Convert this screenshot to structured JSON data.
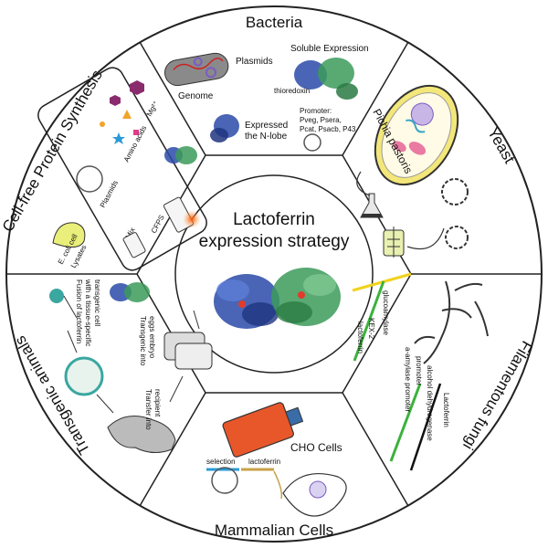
{
  "center": {
    "title_line1": "Lactoferrin",
    "title_line2": "expression strategy"
  },
  "segments": {
    "bacteria": {
      "title": "Bacteria",
      "plasmids": "Plasmids",
      "genome": "Genome",
      "soluble_expression": "Soluble Expression",
      "thioredoxin": "thioredoxin",
      "expressed_line1": "Expressed",
      "expressed_line2": "the N-lobe",
      "promoter_line1": "Promoter:",
      "promoter_line2": "Pveg, Psera,",
      "promoter_line3": "Pcat, Psacb, P43"
    },
    "yeast": {
      "title": "Yeast",
      "pichia": "Pichia pastoris"
    },
    "fungi": {
      "title": "Filamentous fungi",
      "glucoamylase": "glucoamylase",
      "kex2": "KEX-2",
      "lactoferrin_a": "lactoferrin",
      "amylase_promoter": "a-amylase promoter",
      "alcohol_dehydrogenase": "alcohol dehydrogenase",
      "promoter": "promoter",
      "lactoferrin_b": "Lactoferrin"
    },
    "mammalian": {
      "title": "Mammalian Cells",
      "cho": "CHO Cells",
      "selection": "selection",
      "lactoferrin": "lactoferrin"
    },
    "transgenic": {
      "title": "Transgenic animals",
      "fusion_line1": "Fusion of lactoferrin",
      "fusion_line2": "with a tissue-specific",
      "fusion_line3": "transgenic cell",
      "transgene_line1": "Transgenic into",
      "transgene_line2": "eggs embryo",
      "transfer_line1": "Transfer into",
      "transfer_line2": "recipient"
    },
    "cellfree": {
      "title": "Cell-free Protein Synthesis",
      "amino_acids": "Amino acids",
      "mg": "Mg²⁺",
      "plasmids": "Plasmids",
      "ecoli": "E. coli cell",
      "lysates": "Lysates",
      "mix": "Mix",
      "cfps": "CFPS"
    }
  },
  "colors": {
    "ring": "#ffffff",
    "bacteria_cell": "#8a8a8a",
    "plasmid_purple": "#7a5cc4",
    "protein_blue": "#2a4aa8",
    "protein_green": "#3c9a5a",
    "yeast_wall": "#f3e77a",
    "flask_orange": "#e8572a",
    "line_yellow": "#f2d21e",
    "line_green": "#3bb23b",
    "hex_purple": "#8a2b6e",
    "cfps_glow": "#ff7a1a"
  }
}
